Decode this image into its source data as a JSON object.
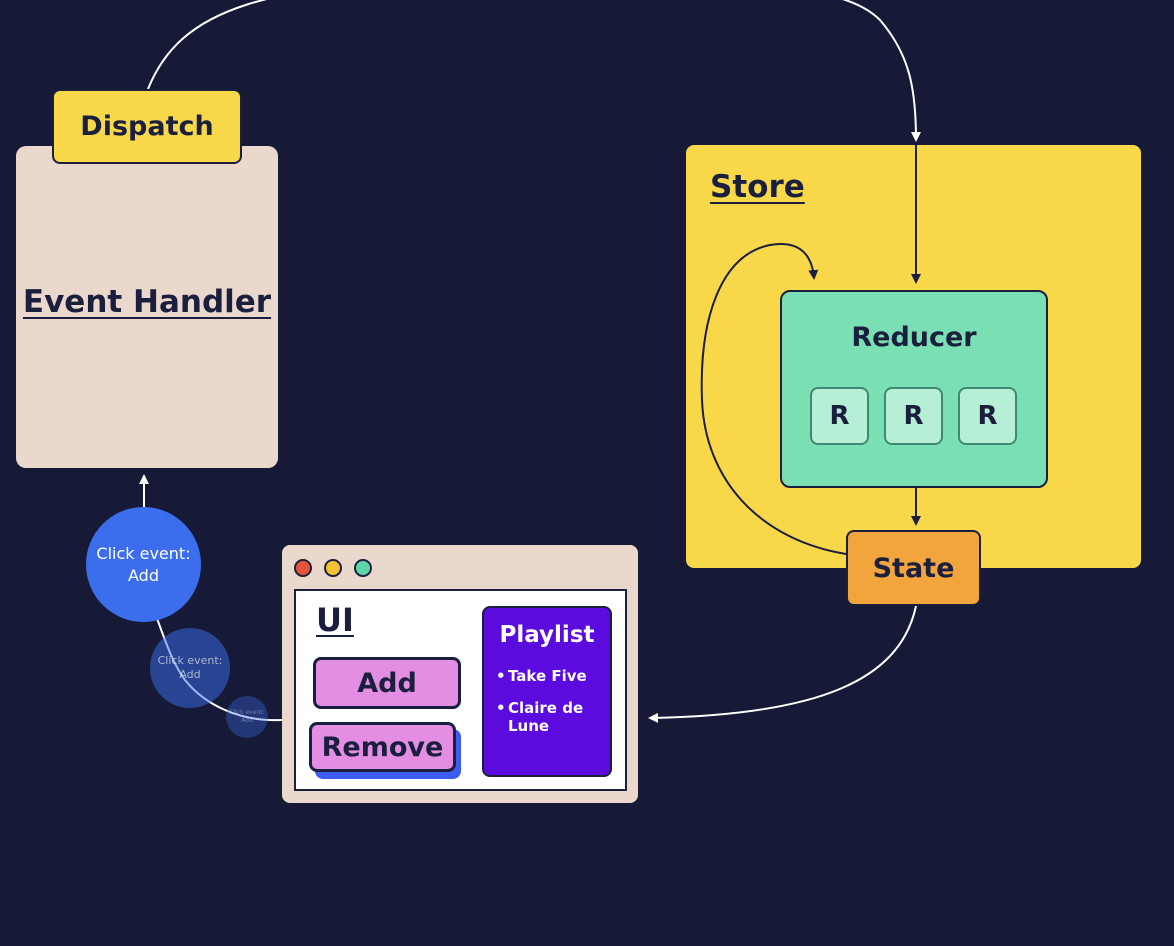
{
  "event_handler": {
    "title": "Event Handler"
  },
  "dispatch": {
    "label": "Dispatch"
  },
  "store": {
    "title": "Store",
    "reducer": {
      "title": "Reducer",
      "items": [
        "R",
        "R",
        "R"
      ]
    },
    "state": {
      "label": "State"
    }
  },
  "ui": {
    "title": "UI",
    "window_dots": {
      "colors": [
        "#e8523a",
        "#f3c234",
        "#5dd7a8"
      ]
    },
    "buttons": {
      "add": "Add",
      "remove": "Remove"
    },
    "playlist": {
      "title": "Playlist",
      "items": [
        "Take Five",
        "Claire de Lune"
      ]
    }
  },
  "click_events": [
    "Click event: Add",
    "Click event: Add",
    "Click event: Add"
  ],
  "colors": {
    "background": "#161a36",
    "store": "#f8d749",
    "reducer": "#7ae0b3",
    "state": "#f2a43d",
    "event_handler": "#ebd8cc",
    "playlist": "#5b0bdd",
    "button": "#e38de3",
    "click_event": "#3b6ded"
  }
}
